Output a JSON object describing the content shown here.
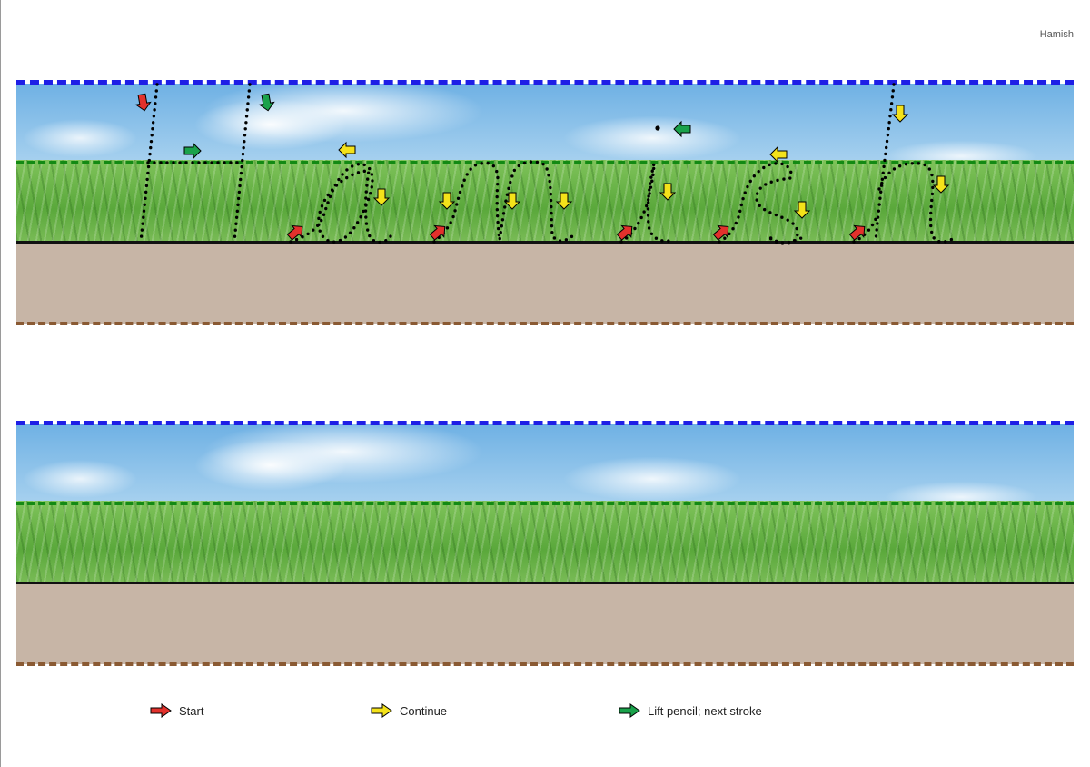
{
  "header": {
    "name": "Hamish"
  },
  "legend": [
    {
      "label": "Start",
      "color": "#e2312c",
      "icon": "start-arrow-icon"
    },
    {
      "label": "Continue",
      "color": "#f4e21a",
      "icon": "continue-arrow-icon"
    },
    {
      "label": "Lift pencil; next stroke",
      "color": "#1aa24b",
      "icon": "lift-pencil-arrow-icon"
    }
  ],
  "colors": {
    "top_line": "#1e1ee6",
    "mid_line": "#138a13",
    "base_line": "#111111",
    "low_line": "#8a5a33",
    "dirt": "#c7b5a6"
  }
}
